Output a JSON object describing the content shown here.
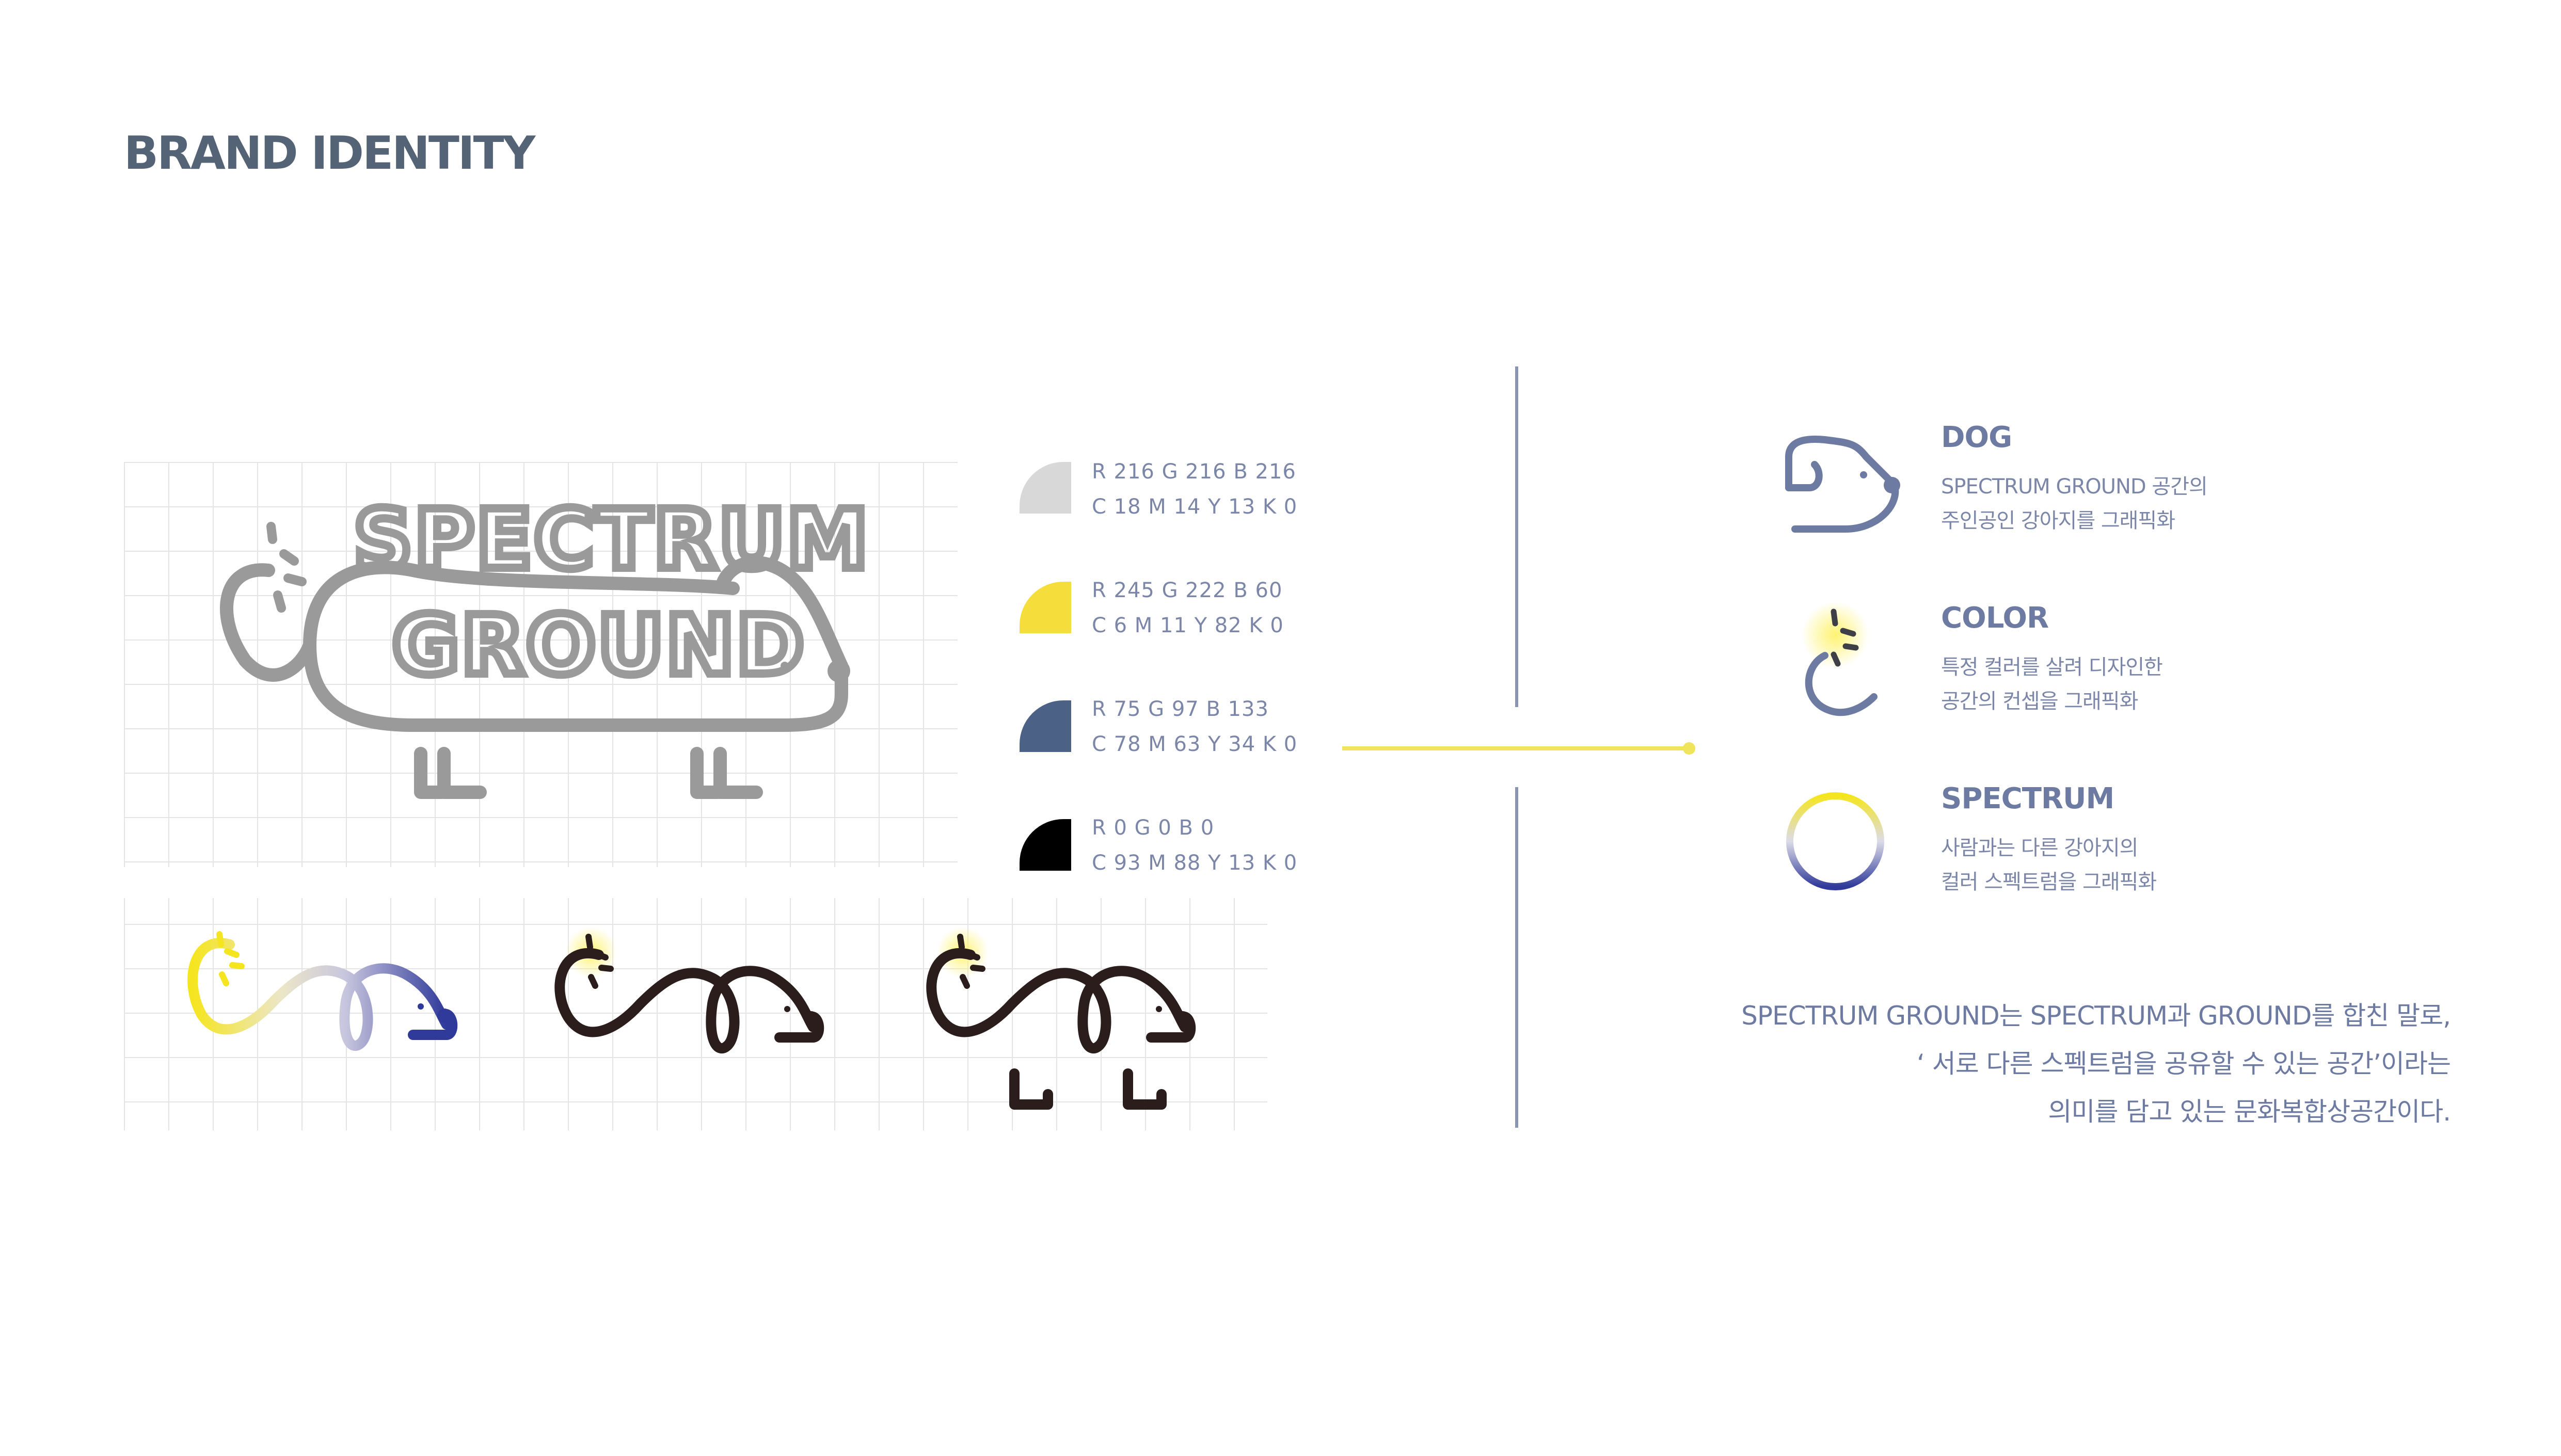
{
  "page": {
    "title": "BRAND IDENTITY"
  },
  "logo": {
    "line1": "SPECTRUM",
    "line2": "GROUND"
  },
  "colors": [
    {
      "rgb": "R 216  G 216  B 216",
      "cmyk": "C 18  M 14  Y 13  K 0",
      "hex": "#d8d8d8"
    },
    {
      "rgb": "R 245  G 222  B 60",
      "cmyk": "C 6  M 11  Y 82  K 0",
      "hex": "#f5de3c"
    },
    {
      "rgb": "R 75  G 97  B 133",
      "cmyk": "C 78  M 63  Y 34  K 0",
      "hex": "#4b6185"
    },
    {
      "rgb": "R 0  G 0  B 0",
      "cmyk": "C 93  M 88  Y 13  K 0",
      "hex": "#000000"
    }
  ],
  "features": [
    {
      "title": "DOG",
      "desc_line1": "SPECTRUM GROUND 공간의",
      "desc_line2": "주인공인 강아지를 그래픽화",
      "icon": "dog-head-icon"
    },
    {
      "title": "COLOR",
      "desc_line1": "특정 컬러를 살려 디자인한",
      "desc_line2": "공간의 컨셉을 그래픽화",
      "icon": "spark-arc-icon"
    },
    {
      "title": "SPECTRUM",
      "desc_line1": "사람과는 다른 강아지의",
      "desc_line2": "컬러 스펙트럼을 그래픽화",
      "icon": "gradient-ring-icon"
    }
  ],
  "summary": {
    "line1": "SPECTRUM GROUND는  SPECTRUM과 GROUND를 합친  말로,",
    "line2": "‘ 서로 다른 스펙트럼을 공유할 수 있는 공간’이라는",
    "line3": "의미를 담고 있는 문화복합상공간이다."
  },
  "accent_colors": {
    "title": "#546375",
    "text": "#7b86a8",
    "yellow": "#f5de3c",
    "navy": "#3a3f8f",
    "gray": "#9a9a9a"
  }
}
